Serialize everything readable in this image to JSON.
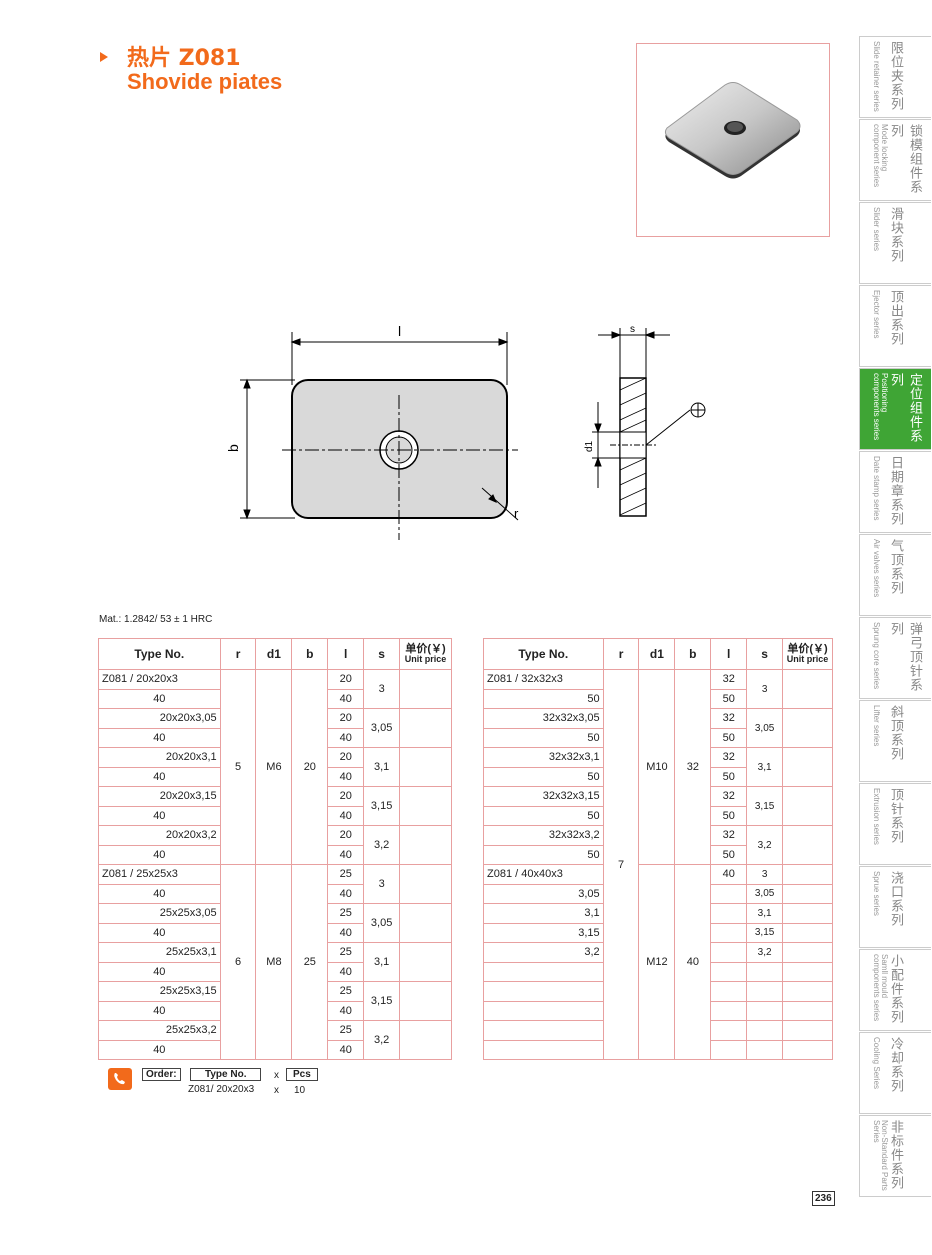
{
  "header": {
    "title_cn": "热片 Z081",
    "title_en": "Shovide piates"
  },
  "drawing": {
    "label_l": "l",
    "label_b": "b",
    "label_r": "r",
    "label_s": "s",
    "label_d1": "d1"
  },
  "material": "Mat.: 1.2842/ 53  ± 1 HRC",
  "table_headers": {
    "type": "Type No.",
    "r": "r",
    "d1": "d1",
    "b": "b",
    "l": "l",
    "s": "s",
    "price_cn": "单价(￥)",
    "price_en": "Unit price"
  },
  "left_table": {
    "rows": [
      {
        "type": "Z081 / 20x20x3",
        "l": "20"
      },
      {
        "type": "40",
        "l": "40"
      },
      {
        "type": "20x20x3,05",
        "l": "20"
      },
      {
        "type": "40",
        "l": "40"
      },
      {
        "type": "20x20x3,1",
        "l": "20"
      },
      {
        "type": "40",
        "l": "40"
      },
      {
        "type": "20x20x3,15",
        "l": "20"
      },
      {
        "type": "40",
        "l": "40"
      },
      {
        "type": "20x20x3,2",
        "l": "20"
      },
      {
        "type": "40",
        "l": "40"
      },
      {
        "type": "Z081 / 25x25x3",
        "l": "25"
      },
      {
        "type": "40",
        "l": "40"
      },
      {
        "type": "25x25x3,05",
        "l": "25"
      },
      {
        "type": "40",
        "l": "40"
      },
      {
        "type": "25x25x3,1",
        "l": "25"
      },
      {
        "type": "40",
        "l": "40"
      },
      {
        "type": "25x25x3,15",
        "l": "25"
      },
      {
        "type": "40",
        "l": "40"
      },
      {
        "type": "25x25x3,2",
        "l": "25"
      },
      {
        "type": "40",
        "l": "40"
      }
    ],
    "group1": {
      "r": "5",
      "d1": "M6",
      "b": "20"
    },
    "group2": {
      "r": "6",
      "d1": "M8",
      "b": "25"
    },
    "s_values": [
      "3",
      "3,05",
      "3,1",
      "3,15",
      "3,2",
      "3",
      "3,05",
      "3,1",
      "3,15",
      "3,2"
    ]
  },
  "right_table": {
    "rows": [
      {
        "type": "Z081 / 32x32x3",
        "l": "32"
      },
      {
        "type": "50",
        "l": "50"
      },
      {
        "type": "32x32x3,05",
        "l": "32"
      },
      {
        "type": "50",
        "l": "50"
      },
      {
        "type": "32x32x3,1",
        "l": "32"
      },
      {
        "type": "50",
        "l": "50"
      },
      {
        "type": "32x32x3,15",
        "l": "32"
      },
      {
        "type": "50",
        "l": "50"
      },
      {
        "type": "32x32x3,2",
        "l": "32"
      },
      {
        "type": "50",
        "l": "50"
      },
      {
        "type": "Z081 / 40x40x3",
        "l": "40"
      },
      {
        "type": "3,05",
        "l": ""
      },
      {
        "type": "3,1",
        "l": ""
      },
      {
        "type": "3,15",
        "l": ""
      },
      {
        "type": "3,2",
        "l": ""
      }
    ],
    "r_all": "7",
    "group1": {
      "d1": "M10",
      "b": "32"
    },
    "group2": {
      "d1": "M12",
      "b": "40"
    },
    "s_pairs": [
      "3",
      "3,05",
      "3,1",
      "3,15",
      "3,2"
    ],
    "s_single": [
      "3",
      "3,05",
      "3,1",
      "3,15",
      "3,2"
    ]
  },
  "order": {
    "label": "Order:",
    "type_label": "Type No.",
    "x": "x",
    "pcs_label": "Pcs",
    "example_type": "Z081/ 20x20x3",
    "example_qty": "10"
  },
  "sidebar": [
    {
      "cn": "限位夹系列",
      "en": "Slide retainer series"
    },
    {
      "cn": "锁模组件系列",
      "en": "Mode locking component series"
    },
    {
      "cn": "滑块系列",
      "en": "Slider series"
    },
    {
      "cn": "顶出系列",
      "en": "Ejector series"
    },
    {
      "cn": "定位组件系列",
      "en": "Positioning components series"
    },
    {
      "cn": "日期章系列",
      "en": "Date stamp series"
    },
    {
      "cn": "气顶系列",
      "en": "Air valves series"
    },
    {
      "cn": "弹弓顶针系列",
      "en": "Sprung core series"
    },
    {
      "cn": "斜顶系列",
      "en": "Lifter series"
    },
    {
      "cn": "顶针系列",
      "en": "Extrusion series"
    },
    {
      "cn": "浇口系列",
      "en": "Sprue series"
    },
    {
      "cn": "小配件系列",
      "en": "Samll mould components series"
    },
    {
      "cn": "冷却系列",
      "en": "Cooling Series"
    },
    {
      "cn": "非标件系列",
      "en": "Non-Standard Parts Series"
    }
  ],
  "page_number": "236"
}
